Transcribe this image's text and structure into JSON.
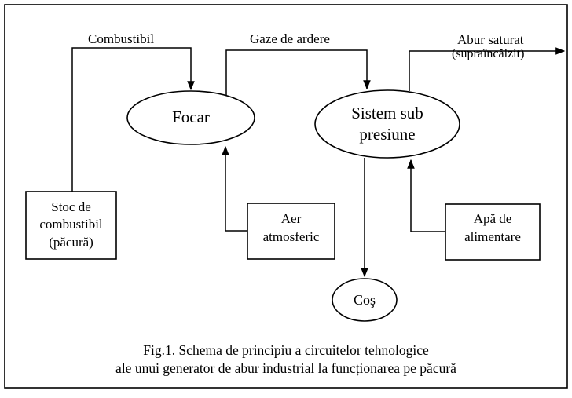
{
  "nodes": {
    "focar": "Focar",
    "sistem": [
      "Sistem sub",
      "presiune"
    ],
    "cos": "Coş"
  },
  "boxes": {
    "stoc": [
      "Stoc de",
      "combustibil",
      "(păcură)"
    ],
    "aer": [
      "Aer",
      "atmosferic"
    ],
    "apa": [
      "Apă de",
      "alimentare"
    ]
  },
  "flows": {
    "combustibil": "Combustibil",
    "gaze": "Gaze de ardere",
    "abur_line1": "Abur saturat",
    "abur_line2": "(supraîncălzit)"
  },
  "caption": {
    "line1": "Fig.1. Schema de principiu a circuitelor tehnologice",
    "line2": "ale unui generator de abur industrial la funcționarea pe păcură"
  }
}
